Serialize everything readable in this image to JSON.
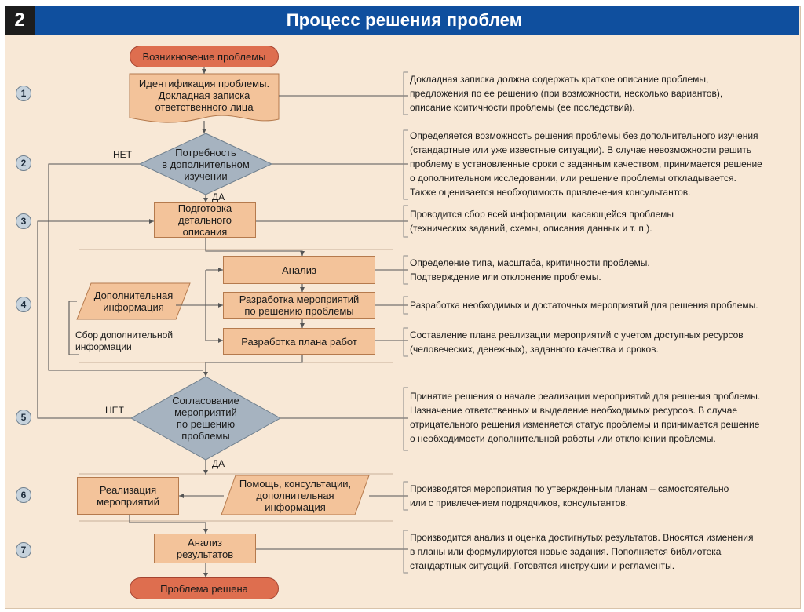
{
  "header": {
    "number": "2",
    "title": "Процесс решения проблем"
  },
  "start_terminal": "Возникновение проблемы",
  "end_terminal": "Проблема решена",
  "steps": [
    "1",
    "2",
    "3",
    "4",
    "5",
    "6",
    "7"
  ],
  "nodes": {
    "identification": "Идентификация проблемы.\nДокладная записка\nответственного лица",
    "need_study": "Потребность\nв дополнительном\nизучении",
    "detailed_description": "Подготовка\nдетального\nописания",
    "analysis": "Анализ",
    "measures_development": "Разработка мероприятий\nпо решению проблемы",
    "work_plan": "Разработка плана работ",
    "additional_info": "Дополнительная\nинформация",
    "collect_info": "Сбор дополнительной\nинформации",
    "approval": "Согласование\nмероприятий\nпо решению\nпроблемы",
    "implementation": "Реализация\nмероприятий",
    "help": "Помощь, консультации,\nдополнительная\nинформация",
    "results_analysis": "Анализ\nрезультатов"
  },
  "labels": {
    "no_1": "НЕТ",
    "yes_1": "ДА",
    "no_2": "НЕТ",
    "yes_2": "ДА"
  },
  "descriptions": {
    "d1": "Докладная записка должна содержать краткое описание проблемы,\nпредложения по ее решению (при возможности, несколько вариантов),\nописание критичности проблемы (ее последствий).",
    "d2": "Определяется возможность решения проблемы без дополнительного изучения\n(стандартные или уже известные ситуации). В случае невозможности решить\nпроблему в установленные сроки с заданным качеством, принимается решение\nо дополнительном исследовании, или решение проблемы откладывается.\nТакже оценивается необходимость привлечения консультантов.",
    "d3": "Проводится сбор всей информации, касающейся проблемы\n(технических заданий, схемы, описания данных и т. п.).",
    "d4a": "Определение типа, масштаба, критичности проблемы.\nПодтверждение или отклонение проблемы.",
    "d4b": "Разработка необходимых и достаточных мероприятий для решения проблемы.",
    "d4c": "Составление плана реализации мероприятий с учетом доступных ресурсов\n(человеческих, денежных), заданного качества и сроков.",
    "d5": "Принятие решения о начале реализации мероприятий для решения проблемы.\nНазначение ответственных и выделение необходимых ресурсов. В случае\nотрицательного решения изменяется статус проблемы и принимается решение\nо необходимости дополнительной работы или отклонении проблемы.",
    "d6": "Производятся мероприятия по утвержденным планам – самостоятельно\nили с привлечением подрядчиков, консультантов.",
    "d7": "Производится анализ и оценка достигнутых результатов. Вносятся изменения\nв планы или формулируются новые задания. Пополняется библиотека\nстандартных ситуаций. Готовятся инструкции и регламенты."
  },
  "colors": {
    "header_bg": "#0f4f9e",
    "box_fill": "#f3c39a",
    "terminal_fill": "#de6e4f",
    "diamond_fill": "#a6b3c0",
    "background": "#f8e8d6"
  }
}
